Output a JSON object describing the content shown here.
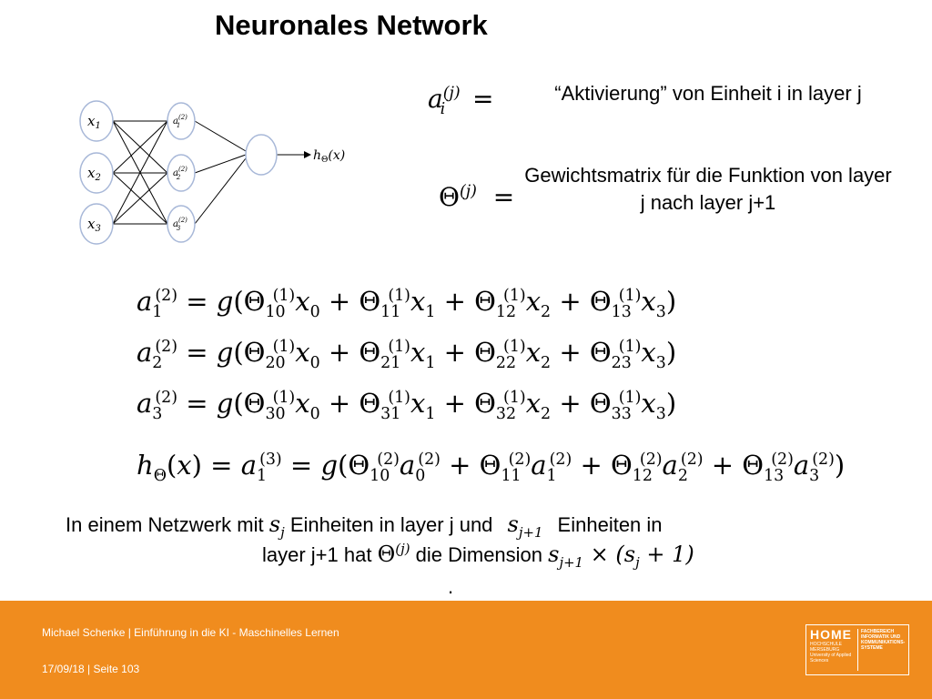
{
  "title": "Neuronales Network",
  "network": {
    "inputs": [
      "x",
      "x",
      "x"
    ],
    "input_subs": [
      "1",
      "2",
      "3"
    ],
    "hidden": [
      "a",
      "a",
      "a"
    ],
    "hidden_subs": [
      "1",
      "2",
      "3"
    ],
    "hidden_sup": "(2)",
    "output": "h",
    "output_sub": "Θ",
    "output_arg": "(x)"
  },
  "definitions": {
    "activation_symbol": "a",
    "activation_sup": "(j)",
    "activation_sub": "i",
    "activation_desc": "“Aktivierung” von Einheit i in layer j",
    "theta_symbol": "Θ",
    "theta_sup": "(j)",
    "theta_desc": "Gewichtsmatrix für die Funktion von layer j nach layer j+1",
    "equals": "="
  },
  "equations": {
    "rows": [
      {
        "i": "1"
      },
      {
        "i": "2"
      },
      {
        "i": "3"
      }
    ]
  },
  "sentence": {
    "part1": "In einem Netzwerk mit",
    "part2": "Einheiten in layer j und",
    "part3": "Einheiten in",
    "part4": "layer  j+1 hat",
    "part5": "die Dimension",
    "dot": "."
  },
  "footer": {
    "line1": "Michael Schenke | Einführung in  die KI - Maschinelles Lernen",
    "line2": "17/09/18 | Seite 103",
    "logo_title": "HOME",
    "logo_sub": "HOCHSCHULE MERSEBURG University of Applied Sciences",
    "logo_dept": "FACHBEREICH INFORMATIK UND KOMMUNIKATIONS-SYSTEME"
  },
  "colors": {
    "footer": "#f08c1e"
  }
}
